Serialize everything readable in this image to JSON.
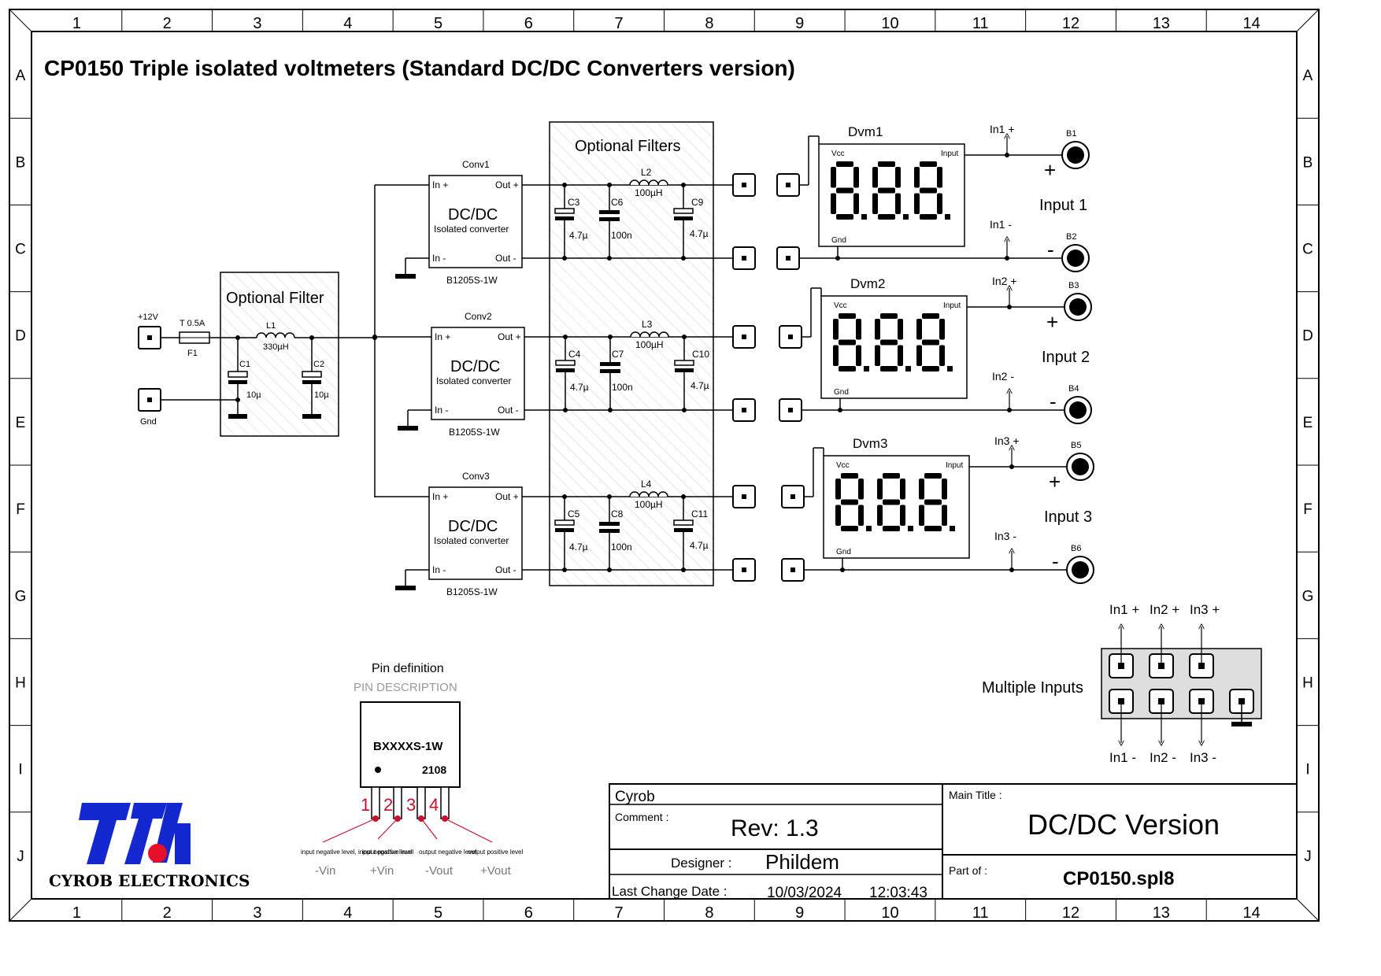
{
  "title": "CP0150 Triple isolated voltmeters (Standard DC/DC Converters version)",
  "frame": {
    "columns": [
      "1",
      "2",
      "3",
      "4",
      "5",
      "6",
      "7",
      "8",
      "9",
      "10",
      "11",
      "12",
      "13",
      "14"
    ],
    "rows": [
      "A",
      "B",
      "C",
      "D",
      "E",
      "F",
      "G",
      "H",
      "I",
      "J"
    ]
  },
  "input_section": {
    "plus_label": "+12V",
    "fuse_value": "T 0.5A",
    "fuse_ref": "F1",
    "gnd_label": "Gnd",
    "filter_title": "Optional Filter",
    "l1_ref": "L1",
    "l1_value": "330µH",
    "c1_ref": "C1",
    "c1_value": "10µ",
    "c2_ref": "C2",
    "c2_value": "10µ"
  },
  "optional_filters_title": "Optional Filters",
  "converters": [
    {
      "ref": "Conv1",
      "name": "DC/DC",
      "desc": "Isolated converter",
      "in_plus": "In +",
      "in_minus": "In -",
      "out_plus": "Out +",
      "out_minus": "Out -",
      "part": "B1205S-1W",
      "ca_ref": "C3",
      "ca_val": "4.7µ",
      "cb_ref": "C6",
      "cb_val": "100n",
      "l_ref": "L2",
      "l_val": "100µH",
      "cc_ref": "C9",
      "cc_val": "4.7µ"
    },
    {
      "ref": "Conv2",
      "name": "DC/DC",
      "desc": "Isolated converter",
      "in_plus": "In +",
      "in_minus": "In -",
      "out_plus": "Out +",
      "out_minus": "Out -",
      "part": "B1205S-1W",
      "ca_ref": "C4",
      "ca_val": "4.7µ",
      "cb_ref": "C7",
      "cb_val": "100n",
      "l_ref": "L3",
      "l_val": "100µH",
      "cc_ref": "C10",
      "cc_val": "4.7µ"
    },
    {
      "ref": "Conv3",
      "name": "DC/DC",
      "desc": "Isolated converter",
      "in_plus": "In +",
      "in_minus": "In -",
      "out_plus": "Out +",
      "out_minus": "Out -",
      "part": "B1205S-1W",
      "ca_ref": "C5",
      "ca_val": "4.7µ",
      "cb_ref": "C8",
      "cb_val": "100n",
      "l_ref": "L4",
      "l_val": "100µH",
      "cc_ref": "C11",
      "cc_val": "4.7µ"
    }
  ],
  "voltmeters": [
    {
      "ref": "Dvm1",
      "vcc": "Vcc",
      "input": "Input",
      "gnd": "Gnd",
      "plus_net": "In1 +",
      "minus_net": "In1 -",
      "b_plus": "B1",
      "b_minus": "B2",
      "plus_sign": "+",
      "minus_sign": "-",
      "label": "Input 1"
    },
    {
      "ref": "Dvm2",
      "vcc": "Vcc",
      "input": "Input",
      "gnd": "Gnd",
      "plus_net": "In2 +",
      "minus_net": "In2 -",
      "b_plus": "B3",
      "b_minus": "B4",
      "plus_sign": "+",
      "minus_sign": "-",
      "label": "Input 2"
    },
    {
      "ref": "Dvm3",
      "vcc": "Vcc",
      "input": "Input",
      "gnd": "Gnd",
      "plus_net": "In3 +",
      "minus_net": "In3 -",
      "b_plus": "B5",
      "b_minus": "B6",
      "plus_sign": "+",
      "minus_sign": "-",
      "label": "Input 3"
    }
  ],
  "multiple_inputs": {
    "label": "Multiple Inputs",
    "top": [
      "In1 +",
      "In2 +",
      "In3 +"
    ],
    "bottom": [
      "In1 -",
      "In2 -",
      "In3 -"
    ]
  },
  "pin_definition": {
    "title": "Pin definition",
    "subtitle": "PIN DESCRIPTION",
    "part": "BXXXXS-1W",
    "code": "2108",
    "pins": [
      "1",
      "2",
      "3",
      "4"
    ],
    "descs": [
      "input negative level, input negative level",
      "input positive level",
      "output negative level",
      "output positive level"
    ],
    "names": [
      "-Vin",
      "+Vin",
      "-Vout",
      "+Vout"
    ]
  },
  "logo_text": "CYROB ELECTRONICS",
  "title_block": {
    "company": "Cyrob",
    "comment_label": "Comment :",
    "comment": "Rev: 1.3",
    "designer_label": "Designer :",
    "designer": "Phildem",
    "date_label": "Last Change Date :",
    "date": "10/03/2024",
    "time": "12:03:43",
    "main_title_label": "Main Title :",
    "main_title": "DC/DC Version",
    "part_of_label": "Part of :",
    "part_of": "CP0150.spl8"
  },
  "colors": {
    "ink": "#000000",
    "pin_red": "#c8102e",
    "logo_blue": "#1428d0",
    "logo_dot": "#e5102a",
    "panel_grey": "#dedede"
  }
}
